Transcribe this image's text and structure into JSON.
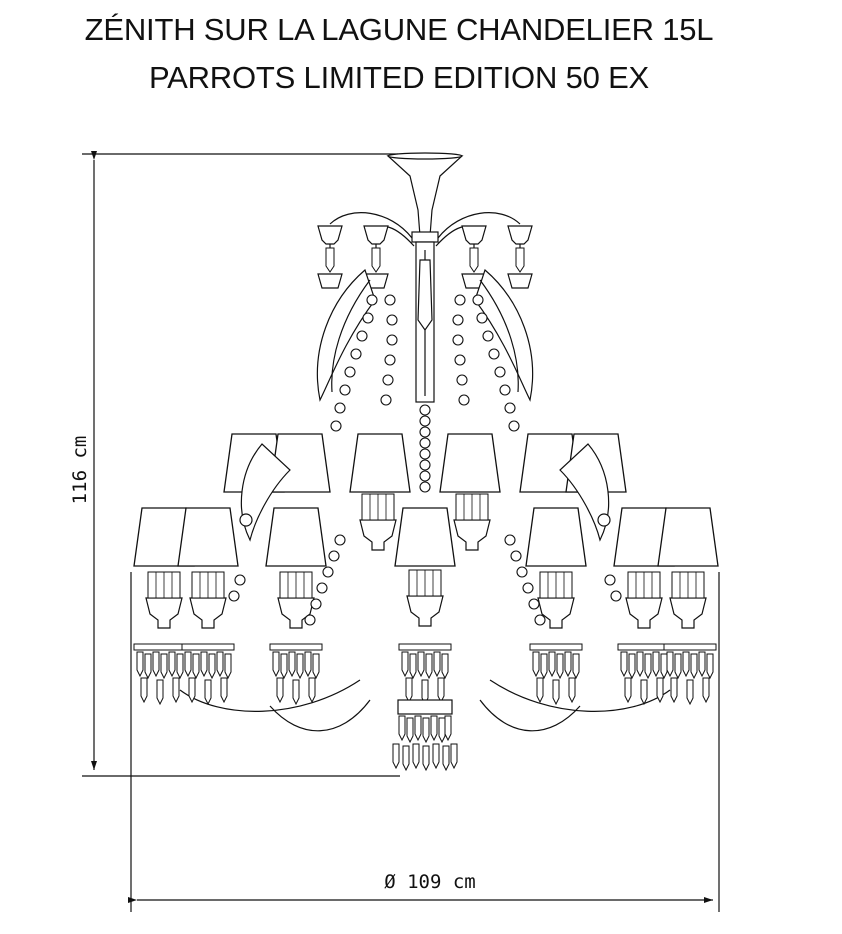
{
  "title": {
    "line1": "ZÉNITH SUR LA LAGUNE CHANDELIER 15L",
    "line2": "PARROTS LIMITED EDITION 50 EX"
  },
  "dimensions": {
    "height": "116 cm",
    "diameter": "Ø 109 cm"
  }
}
